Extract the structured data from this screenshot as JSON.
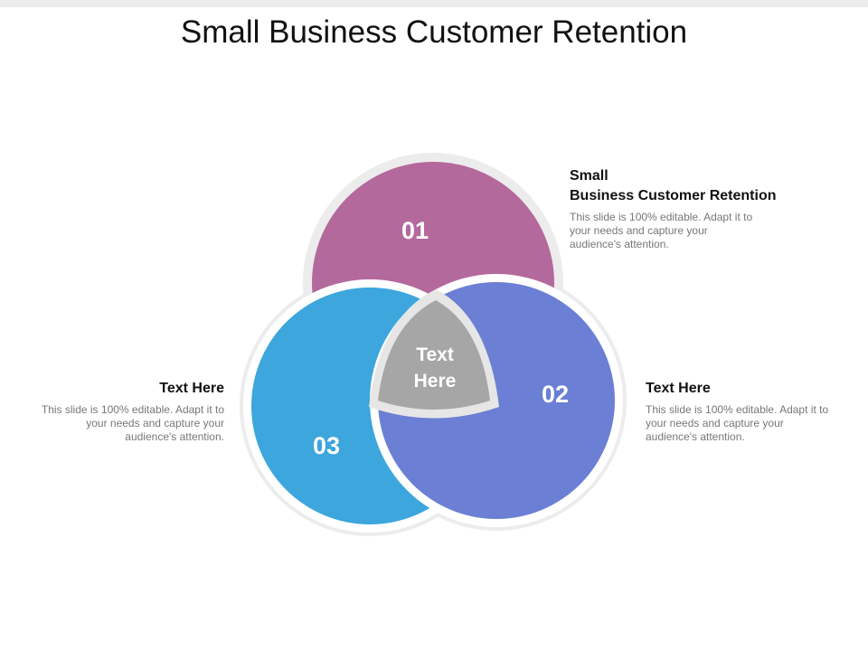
{
  "title": "Small Business Customer Retention",
  "diagram": {
    "center_line1": "Text",
    "center_line2": "Here",
    "circles": [
      {
        "number": "01",
        "color": "#b4699d"
      },
      {
        "number": "02",
        "color": "#6b7fd4"
      },
      {
        "number": "03",
        "color": "#3ca6dd"
      }
    ],
    "center_color": "#a6a6a6",
    "ring_color": "#ececec"
  },
  "callouts": [
    {
      "heading_line1": "Small",
      "heading_line2": "Business Customer Retention",
      "body": "This slide is 100% editable. Adapt it to your needs and capture your audience's attention."
    },
    {
      "heading": "Text Here",
      "body": "This slide is 100% editable. Adapt it to your needs and capture your audience's attention."
    },
    {
      "heading": "Text Here",
      "body": "This slide is 100% editable. Adapt it to your needs and capture your audience's attention."
    }
  ]
}
